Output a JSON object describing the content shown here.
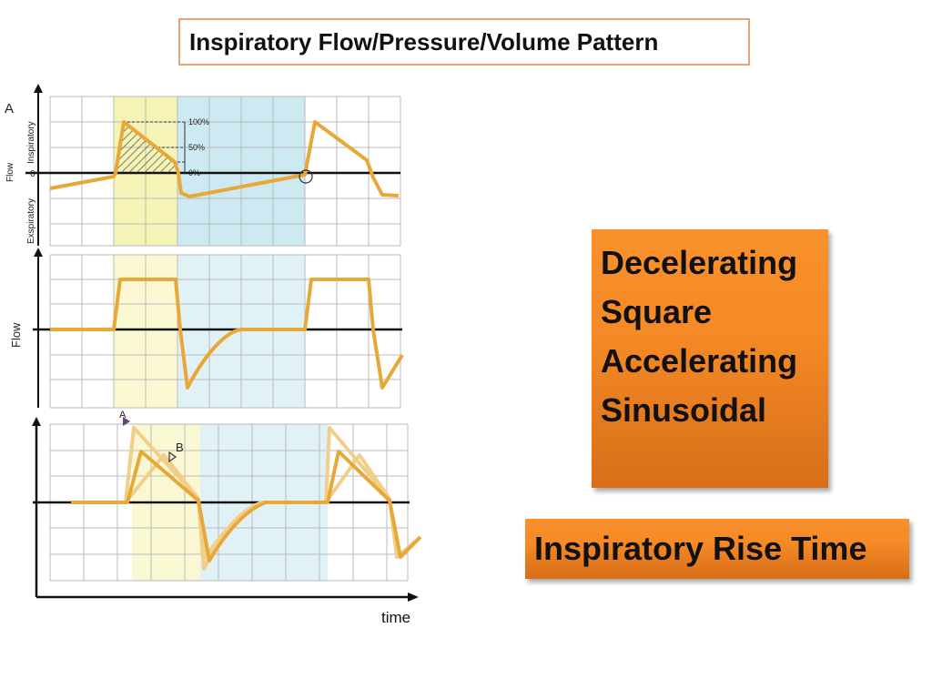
{
  "title": "Inspiratory Flow/Pressure/Volume Pattern",
  "panels": {
    "panel_a": {
      "letter": "A",
      "axis_label_flow": "Flow",
      "axis_label_inspiratory": "Inspiratory",
      "axis_label_expiratory": "Exspiratory",
      "zero_label": "0",
      "pct_100": "100%",
      "pct_50": "50%",
      "pct_0": "0%"
    },
    "panel_b": {
      "axis_label_flow": "Flow"
    },
    "panel_c": {
      "marker_a": "A",
      "marker_b": "B"
    },
    "xlabel": "time"
  },
  "patterns": [
    "Decelerating",
    "Square",
    "Accelerating",
    "Sinusoidal"
  ],
  "rise_time_label": "Inspiratory Rise Time",
  "colors": {
    "waveform": "#e8a838",
    "waveform_faded": "#f1cf8a",
    "inspiration_shade": "#f6f3b6",
    "expiration_shade": "#cde9f2",
    "box_orange": "#f58a26",
    "title_border": "#e8a27a"
  }
}
